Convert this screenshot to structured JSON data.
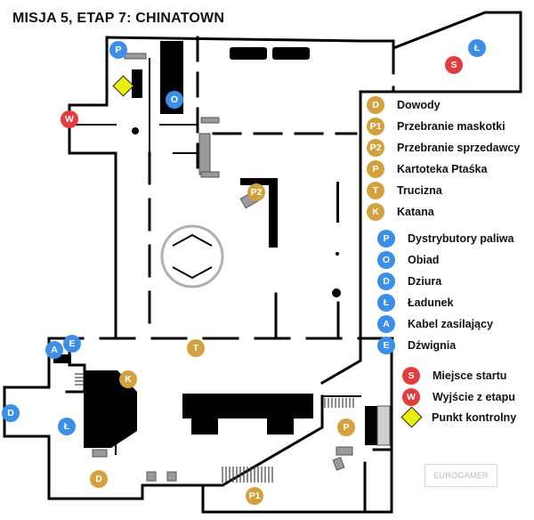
{
  "title": "MISJA 5, ETAP 7: CHINATOWN",
  "colors": {
    "gold": "#d3a23f",
    "blue": "#3d8ee6",
    "red": "#e23c3c",
    "diamond": "#e9ef0c"
  },
  "legend": {
    "gold": [
      {
        "code": "D",
        "label": "Dowody"
      },
      {
        "code": "P1",
        "label": "Przebranie maskotki"
      },
      {
        "code": "P2",
        "label": "Przebranie sprzedawcy"
      },
      {
        "code": "P",
        "label": "Kartoteka Ptaśka"
      },
      {
        "code": "T",
        "label": "Trucizna"
      },
      {
        "code": "K",
        "label": "Katana"
      }
    ],
    "blue": [
      {
        "code": "P",
        "label": "Dystrybutory paliwa"
      },
      {
        "code": "O",
        "label": "Obiad"
      },
      {
        "code": "D",
        "label": "Dziura"
      },
      {
        "code": "Ł",
        "label": "Ładunek"
      },
      {
        "code": "A",
        "label": "Kabel zasilający"
      },
      {
        "code": "E",
        "label": "Dźwignia"
      }
    ],
    "red": [
      {
        "code": "S",
        "label": "Miejsce startu"
      },
      {
        "code": "W",
        "label": "Wyjście z etapu"
      }
    ],
    "checkpoint_label": "Punkt kontrolny"
  },
  "markers": {
    "blue_p": "P",
    "blue_o": "O",
    "blue_l_top": "Ł",
    "blue_a": "A",
    "blue_e": "E",
    "blue_d": "D",
    "blue_l_bottom": "Ł",
    "red_s": "S",
    "red_w": "W",
    "gold_p2": "P2",
    "gold_t": "T",
    "gold_k": "K",
    "gold_d": "D",
    "gold_p1": "P1",
    "gold_p": "P"
  },
  "watermark": "EUROGAMER"
}
